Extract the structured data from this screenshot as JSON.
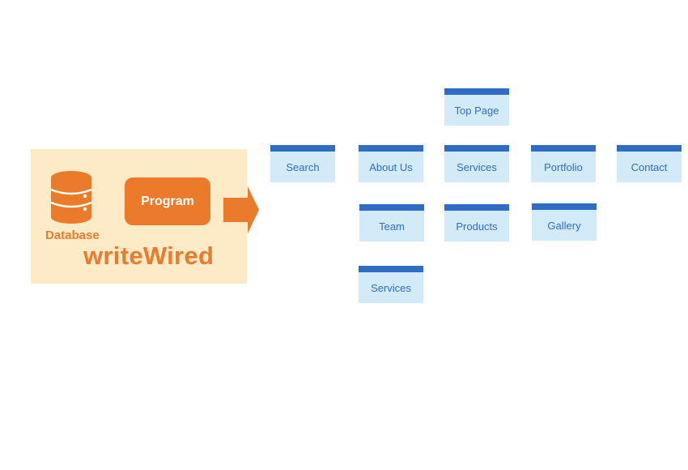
{
  "system": {
    "database_label": "Database",
    "program_label": "Program",
    "brand": "writeWired"
  },
  "pages": {
    "top_page": "Top Page",
    "search": "Search",
    "about_us": "About Us",
    "services": "Services",
    "portfolio": "Portfolio",
    "contact": "Contact",
    "team": "Team",
    "products": "Products",
    "gallery": "Gallery",
    "services_sub": "Services"
  },
  "colors": {
    "orange": "#ec7a2b",
    "panel": "#fdebc8",
    "node_fill": "#d3ebf8",
    "node_header": "#2f6cc6"
  }
}
